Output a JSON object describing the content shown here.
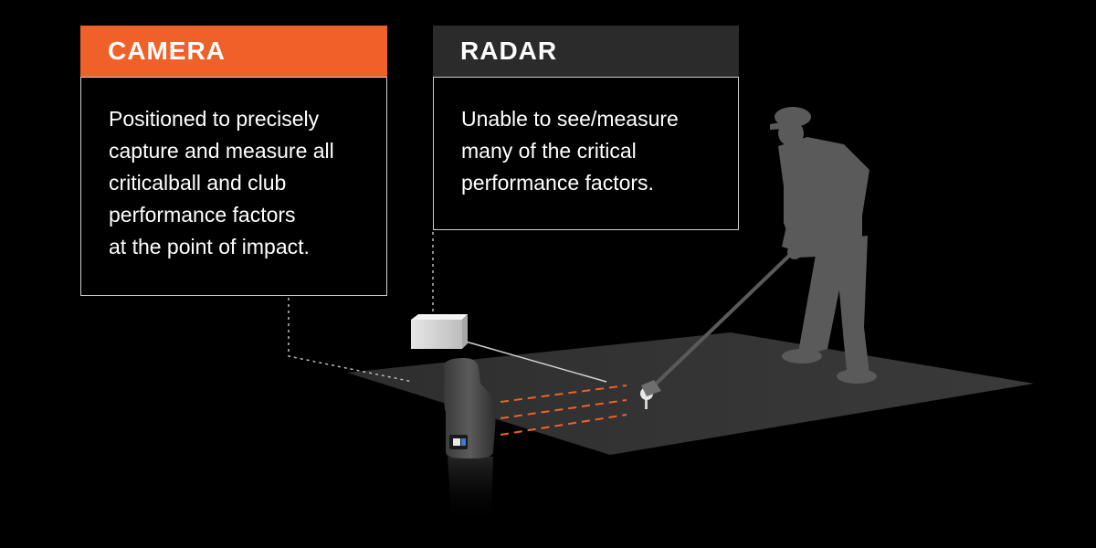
{
  "camera": {
    "title": "CAMERA",
    "description_lines": [
      "Positioned to precisely",
      "capture and measure all",
      "criticalball and club",
      "performance factors",
      "at the point of impact."
    ],
    "accent_color": "#f0612a"
  },
  "radar": {
    "title": "RADAR",
    "description_lines": [
      "Unable to see/measure",
      "many of the critical",
      "performance factors."
    ],
    "header_color": "#2b2b2b"
  },
  "scene": {
    "icons": [
      "radar-unit-icon",
      "camera-device-icon",
      "golfer-silhouette-icon",
      "golf-ball-icon",
      "hitting-mat"
    ],
    "beam_color": "#f0612a"
  }
}
